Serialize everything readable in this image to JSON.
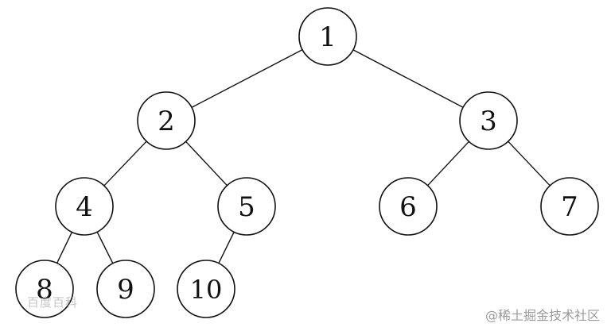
{
  "diagram": {
    "type": "binary-tree",
    "nodes": [
      {
        "id": "1",
        "label": "1"
      },
      {
        "id": "2",
        "label": "2"
      },
      {
        "id": "3",
        "label": "3"
      },
      {
        "id": "4",
        "label": "4"
      },
      {
        "id": "5",
        "label": "5"
      },
      {
        "id": "6",
        "label": "6"
      },
      {
        "id": "7",
        "label": "7"
      },
      {
        "id": "8",
        "label": "8"
      },
      {
        "id": "9",
        "label": "9"
      },
      {
        "id": "10",
        "label": "10"
      }
    ],
    "edges": [
      {
        "from": "1",
        "to": "2"
      },
      {
        "from": "1",
        "to": "3"
      },
      {
        "from": "2",
        "to": "4"
      },
      {
        "from": "2",
        "to": "5"
      },
      {
        "from": "3",
        "to": "6"
      },
      {
        "from": "3",
        "to": "7"
      },
      {
        "from": "4",
        "to": "8"
      },
      {
        "from": "4",
        "to": "9"
      },
      {
        "from": "5",
        "to": "10"
      }
    ]
  },
  "watermarks": {
    "left": "百度百科",
    "right": "@稀土掘金技术社区"
  },
  "colors": {
    "line": "#111111",
    "background": "#ffffff",
    "watermark": "#9a9a9a"
  }
}
